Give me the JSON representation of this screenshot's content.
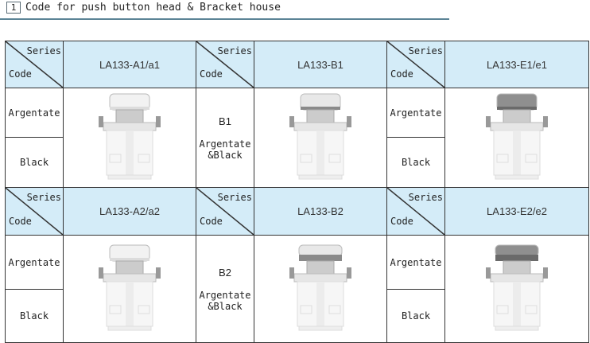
{
  "section": {
    "number": "1",
    "title": "Code for push button head & Bracket house"
  },
  "header_labels": {
    "series": "Series",
    "code": "Code"
  },
  "groups": [
    {
      "series": [
        "LA133-A1/a1",
        "LA133-B1",
        "LA133-E1/e1"
      ],
      "a": {
        "argentate": "Argentate",
        "black": "Black"
      },
      "b": {
        "code": "B1",
        "colors": "Argentate &Black"
      },
      "e": {
        "argentate": "Argentate",
        "black": "Black"
      }
    },
    {
      "series": [
        "LA133-A2/a2",
        "LA133-B2",
        "LA133-E2/e2"
      ],
      "a": {
        "argentate": "Argentate",
        "black": "Black"
      },
      "b": {
        "code": "B2",
        "colors": "Argentate &Black"
      },
      "e": {
        "argentate": "Argentate",
        "black": "Black"
      }
    }
  ],
  "colors": {
    "header_bg": "#d4ecf8",
    "rule": "#5c8496"
  }
}
